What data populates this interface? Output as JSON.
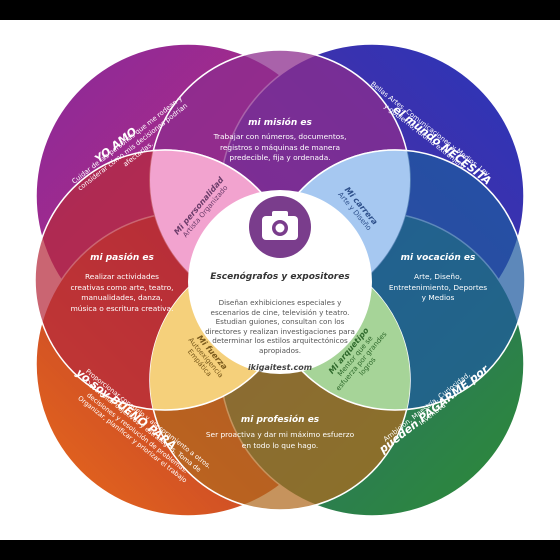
{
  "circles": {
    "love": {
      "title": "YO AMO",
      "text": "Cuidar de las personas que me rodean y considerar cómo mis decisiones podrían afectarlas."
    },
    "world": {
      "title": "el mundo NECESITA",
      "text": "Bellas Artes, Comunicaciones y Medios, Ley y gobierno, Idioma extranjero"
    },
    "good": {
      "title": "yo soy BUENO PARA",
      "text": "Proporcionar consuelo y asesoramiento a otros. Desarrollar objetivos y estrategias. Toma de decisiones y resolución de problemas. Organizar, planificar y priorizar el trabajo"
    },
    "paid": {
      "title": "pueden PAGARME por",
      "text": "Ambición, Maestría, Curiosidad, Inventiva"
    }
  },
  "overlaps": {
    "mission": {
      "title": "mi misión es",
      "text": "Trabajar con números, documentos, registros o máquinas de manera predecible, fija y ordenada."
    },
    "passion": {
      "title": "mi pasión es",
      "text": "Realizar actividades creativas como arte, teatro, manualidades, danza, música o escritura creativa."
    },
    "vocation": {
      "title": "mi vocación es",
      "text": "Arte, Diseño, Entretenimiento, Deportes y Medios"
    },
    "profession": {
      "title": "mi profesión es",
      "text": "Ser proactiva y dar mi máximo esfuerzo en todo lo que hago."
    }
  },
  "lenses": {
    "personality": {
      "title": "Mi personalidad",
      "text": "Artista Organizado"
    },
    "career": {
      "title": "Mi carrera",
      "text": "Arte y Diseño"
    },
    "strength": {
      "title": "Mi fuerza",
      "text": "Autoexigencia Empática"
    },
    "archetype": {
      "title": "Mi arquetipo",
      "text": "Mentor que se esfuerza por grandes logros"
    }
  },
  "center": {
    "icon": "camera-icon",
    "title": "Escenógrafos y expositores",
    "description": "Diseñan exhibiciones especiales y escenarios de cine, televisión y teatro. Estudian guiones, consultan con los directores y realizan investigaciones para determinar los estilos arquitectónicos apropiados.",
    "site": "ikigaitest.com"
  },
  "colors": {
    "purple": "#9b2a8c",
    "blue": "#2c38b4",
    "orange": "#e0641c",
    "green": "#2e8a3a",
    "pink": "#f0a6d0",
    "lightblue": "#a7cbf0",
    "yellow": "#f6d27a",
    "lightgreen": "#a7d49a"
  }
}
